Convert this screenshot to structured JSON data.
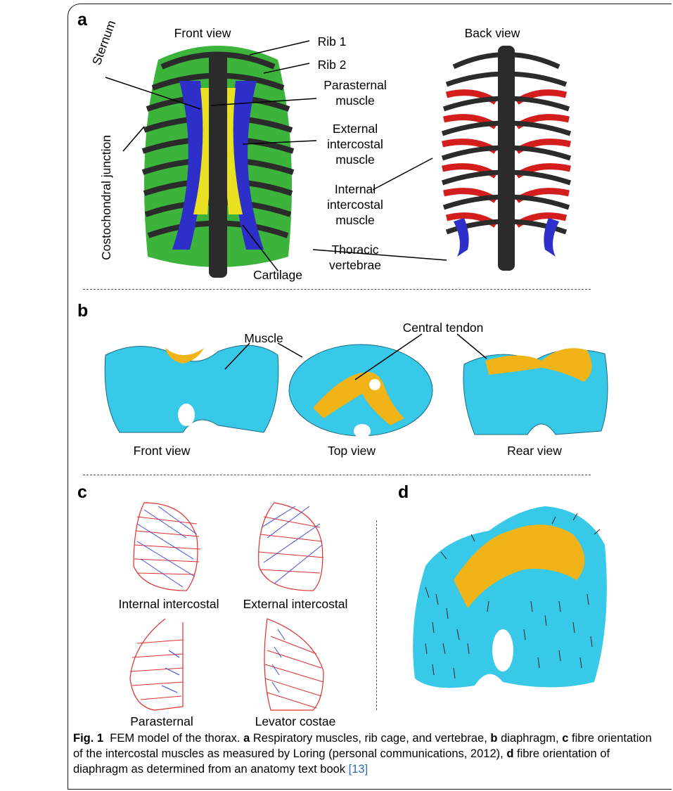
{
  "panels": {
    "a": {
      "letter": "a",
      "front_view": "Front view",
      "back_view": "Back view",
      "rib1": "Rib 1",
      "rib2": "Rib 2",
      "sternum": "Sternum",
      "parasternal_muscle": "Parasternal muscle",
      "external_intercostal_muscle": "External intercostal muscle",
      "internal_intercostal_muscle": "Internal intercostal muscle",
      "costochondral_junction": "Costochondral junction",
      "cartilage": "Cartilage",
      "thoracic_vertebrae": "Thoracic vertebrae"
    },
    "b": {
      "letter": "b",
      "muscle": "Muscle",
      "central_tendon": "Central tendon",
      "front_view": "Front view",
      "top_view": "Top view",
      "rear_view": "Rear view"
    },
    "c": {
      "letter": "c",
      "internal_intercostal": "Internal intercostal",
      "external_intercostal": "External intercostal",
      "parasternal": "Parasternal",
      "levator_costae": "Levator costae"
    },
    "d": {
      "letter": "d"
    }
  },
  "caption": {
    "fig_label": "Fig. 1",
    "title": "FEM model of the thorax.",
    "a": "a",
    "a_text": "Respiratory muscles, rib cage, and vertebrae,",
    "b": "b",
    "b_text": "diaphragm,",
    "c": "c",
    "c_text": "fibre orientation of the intercostal muscles as measured by Loring (personal communications, 2012),",
    "d": "d",
    "d_text": "fibre orientation of diaphragm as determined from an anatomy text book",
    "ref": "[13]"
  },
  "colors": {
    "green": "#3cb43c",
    "blue": "#2e2ec8",
    "yellow": "#e8e020",
    "red": "#d41e1e",
    "bone": "#2b2b2b",
    "cyan": "#38c8e8",
    "tendon": "#f0b418",
    "fibre_red": "#e03030",
    "fibre_blue": "#4050e0",
    "link": "#2a6db0"
  }
}
